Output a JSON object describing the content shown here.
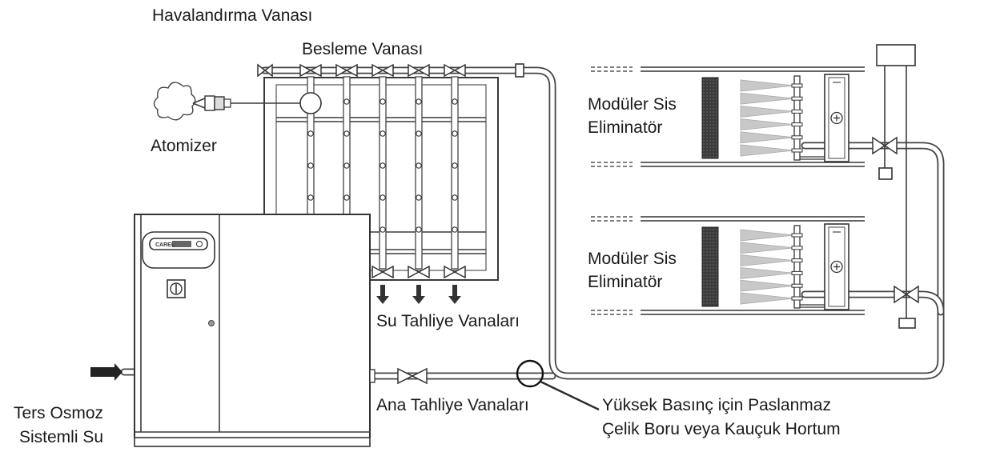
{
  "labels": {
    "vent_valve": "Havalandırma Vanası",
    "feed_valve": "Besleme Vanası",
    "atomizer": "Atomizer",
    "eliminator_top_l1": "Modüler Sis",
    "eliminator_top_l2": "Eliminatör",
    "eliminator_bottom_l1": "Modüler Sis",
    "eliminator_bottom_l2": "Eliminatör",
    "drain_valves": "Su Tahliye Vanaları",
    "main_drain": "Ana Tahliye Vanaları",
    "ro_water_l1": "Ters Osmoz",
    "ro_water_l2": "Sistemli Su",
    "pipe_l1": "Yüksek Basınç için Paslanmaz",
    "pipe_l2": "Çelik Boru veya Kauçuk Hortum"
  },
  "unit": {
    "logo_text": "CAREL"
  }
}
